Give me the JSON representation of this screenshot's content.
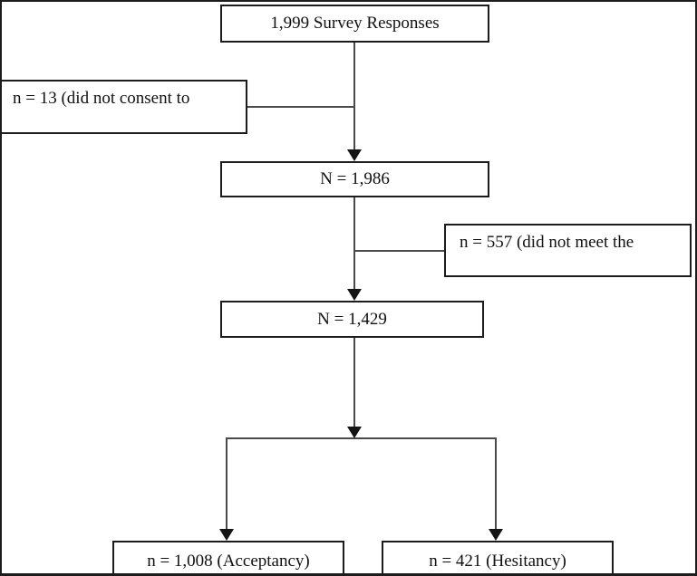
{
  "diagram": {
    "type": "flowchart",
    "description": "Survey participant flow diagram",
    "nodes": {
      "total": {
        "label": "1,999 Survey Responses"
      },
      "excluded_consent": {
        "label": "n = 13 (did not consent to"
      },
      "after_consent": {
        "label": "N = 1,986"
      },
      "excluded_criteria": {
        "label": "n = 557 (did not meet the"
      },
      "final_sample": {
        "label": "N = 1,429"
      },
      "acceptancy": {
        "label": "n = 1,008 (Acceptancy)"
      },
      "hesitancy": {
        "label": "n = 421 (Hesitancy)"
      }
    },
    "edges": [
      {
        "from": "total",
        "to": "after_consent"
      },
      {
        "from": "total_after_consent_path",
        "to": "excluded_consent"
      },
      {
        "from": "after_consent",
        "to": "final_sample"
      },
      {
        "from": "after_consent_final_sample_path",
        "to": "excluded_criteria"
      },
      {
        "from": "final_sample",
        "to": "acceptancy"
      },
      {
        "from": "final_sample",
        "to": "hesitancy"
      }
    ],
    "colors": {
      "background": "#ffffff",
      "box_border": "#1c1c1c",
      "connector": "#4a4a4a",
      "arrowhead": "#141414",
      "text": "#111111"
    }
  }
}
